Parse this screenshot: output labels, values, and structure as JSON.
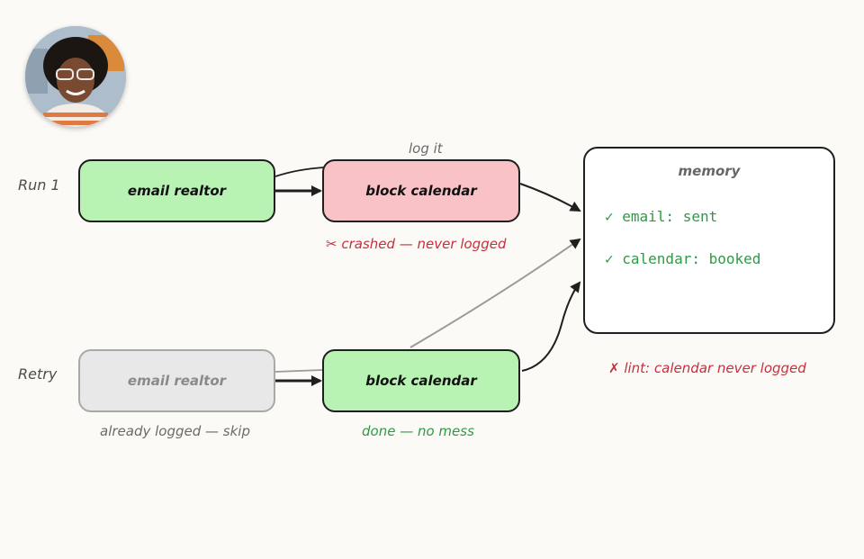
{
  "rows": {
    "run1": "Run 1",
    "retry": "Retry"
  },
  "nodes": {
    "run1_email": "email realtor",
    "run1_block": "block calendar",
    "retry_email": "email realtor",
    "retry_block": "block calendar"
  },
  "annotations": {
    "log_it": "log it",
    "crashed": "✂ crashed — never logged",
    "already_logged": "already logged — skip",
    "done": "done — no mess",
    "lint": "✗ lint: calendar never logged"
  },
  "memory": {
    "title": "memory",
    "entries": [
      "✓ email: sent",
      "✓ calendar: booked"
    ]
  },
  "colors": {
    "success_fill": "#b8f3b4",
    "failure_fill": "#f8c2c6",
    "skipped_fill": "#e8e8e8",
    "success_text": "#2e9a45",
    "failure_text": "#c72f3c"
  }
}
